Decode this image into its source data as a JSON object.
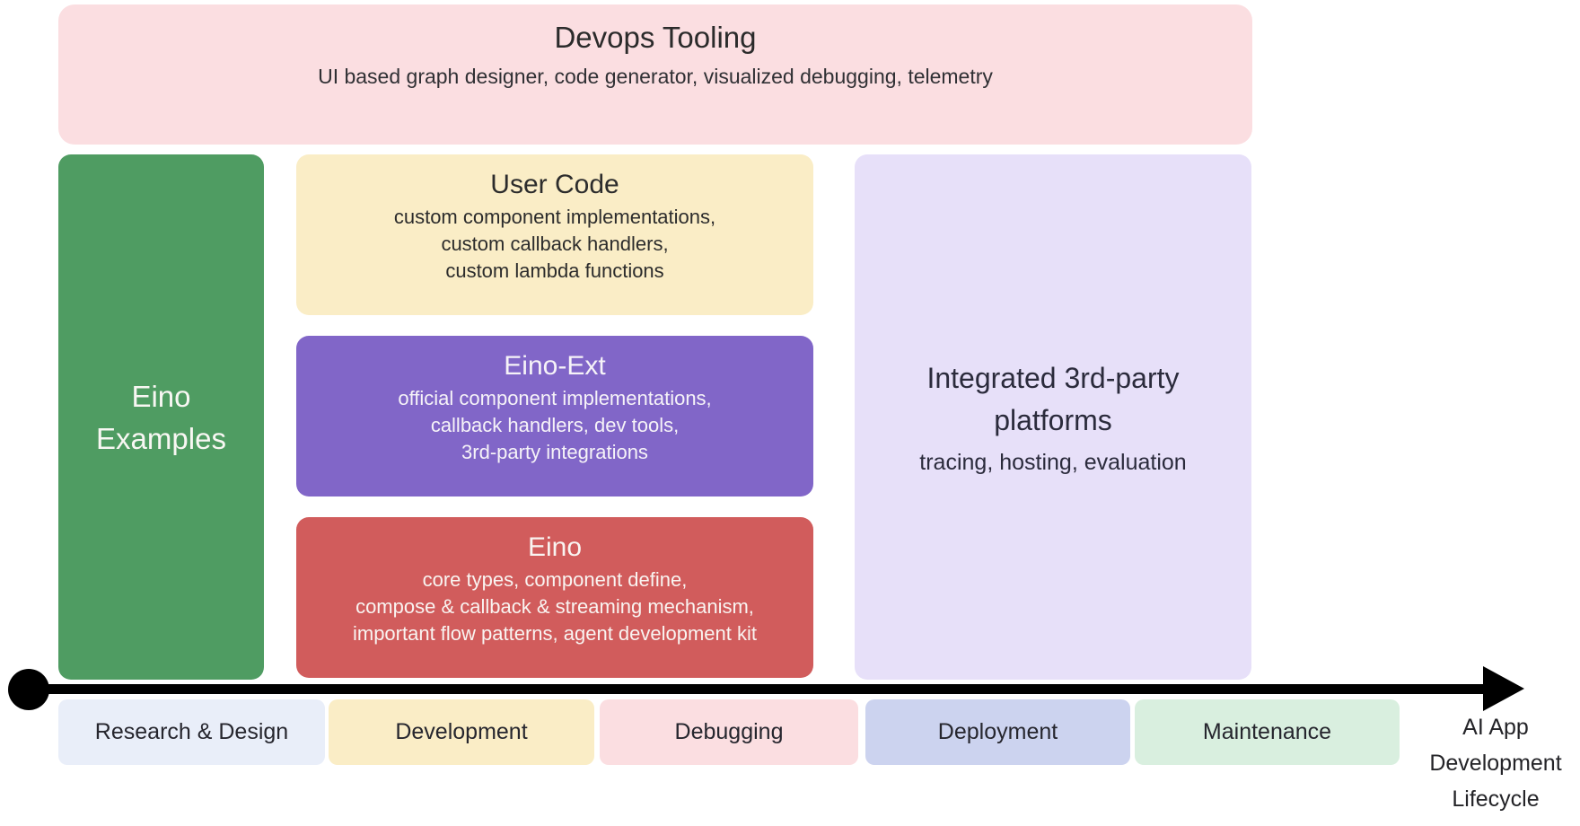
{
  "diagram": {
    "devops": {
      "title": "Devops Tooling",
      "subtitle": "UI based graph designer, code generator, visualized debugging, telemetry",
      "color": "#fbdee1"
    },
    "eino_examples": {
      "title": "Eino\nExamples",
      "color": "#4f9c62"
    },
    "user_code": {
      "title": "User Code",
      "body": "custom component implementations,\ncustom callback handlers,\ncustom lambda functions",
      "color": "#faedc6"
    },
    "eino_ext": {
      "title": "Eino-Ext",
      "body": "official component implementations,\ncallback handlers, dev tools,\n3rd-party integrations",
      "color": "#8166c8"
    },
    "eino": {
      "title": "Eino",
      "body": "core types, component define,\ncompose & callback & streaming mechanism,\nimportant flow patterns, agent development kit",
      "color": "#d15c5c"
    },
    "platforms": {
      "title": "Integrated 3rd-party\nplatforms",
      "body": "tracing, hosting, evaluation",
      "color": "#e7e0f9"
    },
    "timeline": {
      "arrow_color": "#000000",
      "axis_label": "AI App\nDevelopment\nLifecycle",
      "stages": [
        {
          "label": "Research & Design",
          "color": "#e9eef9"
        },
        {
          "label": "Development",
          "color": "#faedc6"
        },
        {
          "label": "Debugging",
          "color": "#fbdee1"
        },
        {
          "label": "Deployment",
          "color": "#ccd3ef"
        },
        {
          "label": "Maintenance",
          "color": "#d9efdf"
        }
      ]
    }
  }
}
